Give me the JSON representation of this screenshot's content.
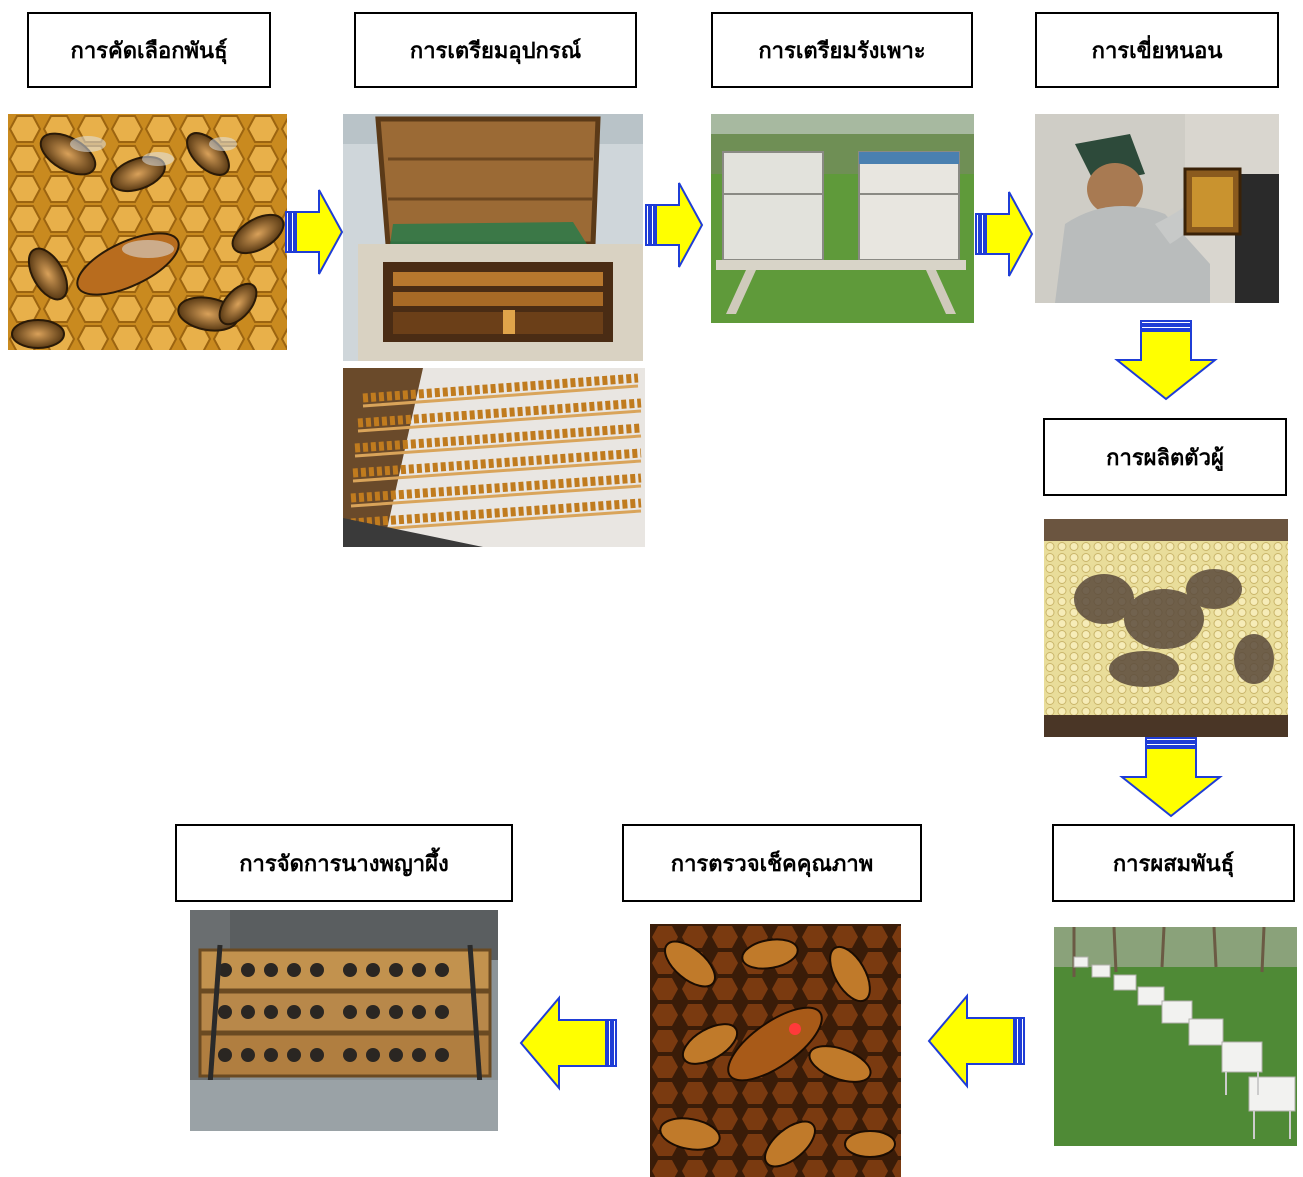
{
  "steps": [
    {
      "id": "selection",
      "label": "การคัดเลือกพันธุ์",
      "photo": "honeybees-on-comb"
    },
    {
      "id": "equipment",
      "label": "การเตรียมอุปกรณ์",
      "photo": "open-hive-box-and-queen-cell-bars"
    },
    {
      "id": "breeding-hive",
      "label": "การเตรียมรังเพาะ",
      "photo": "two-stacked-hive-boxes-on-stand"
    },
    {
      "id": "grafting",
      "label": "การเขี่ยหนอน",
      "photo": "beekeeper-grafting-larvae"
    },
    {
      "id": "drone-production",
      "label": "การผลิตตัวผู้",
      "photo": "drone-comb-frame"
    },
    {
      "id": "mating",
      "label": "การผสมพันธุ์",
      "photo": "row-of-mating-hives-on-lawn"
    },
    {
      "id": "quality-check",
      "label": "การตรวจเช็คคุณภาพ",
      "photo": "marked-queen-among-workers"
    },
    {
      "id": "queen-management",
      "label": "การจัดการนางพญาผึ้ง",
      "photo": "queen-cage-racks"
    }
  ],
  "flow": [
    "selection",
    "equipment",
    "breeding-hive",
    "grafting",
    "drone-production",
    "mating",
    "quality-check",
    "queen-management"
  ],
  "colors": {
    "arrow_fill": "#ffff00",
    "arrow_stroke": "#1f3dd6",
    "box_border": "#000000"
  }
}
